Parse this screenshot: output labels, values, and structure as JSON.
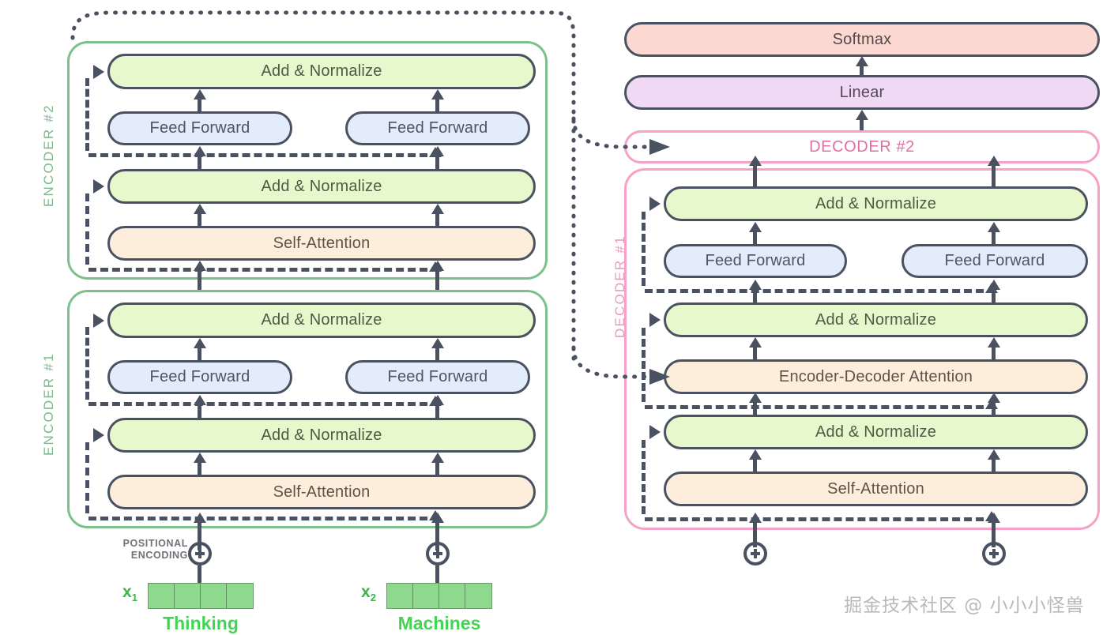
{
  "diagram": {
    "title": "Transformer encoder-decoder architecture",
    "colors": {
      "add_norm_fill": "#e7f8cc",
      "feed_forward_fill": "#e2ecfb",
      "attention_fill": "#fdeedc",
      "softmax_fill": "#fcd8d2",
      "linear_fill": "#f0d9f4",
      "encoder_border": "#7cc08b",
      "decoder_border": "#f8a1c6",
      "node_border": "#4a5160",
      "embedding_fill": "#8fd98f",
      "word_text": "#44d355"
    }
  },
  "encoder_stack": {
    "blocks": [
      {
        "label": "ENCODER #2",
        "layers": [
          {
            "name": "Add & Normalize",
            "type": "add-norm",
            "span": "full"
          },
          {
            "name": "Feed Forward",
            "type": "feed-forward",
            "span": "split",
            "count": 2
          },
          {
            "name": "Add & Normalize",
            "type": "add-norm",
            "span": "full"
          },
          {
            "name": "Self-Attention",
            "type": "attention",
            "span": "full"
          }
        ]
      },
      {
        "label": "ENCODER #1",
        "layers": [
          {
            "name": "Add & Normalize",
            "type": "add-norm",
            "span": "full"
          },
          {
            "name": "Feed Forward",
            "type": "feed-forward",
            "span": "split",
            "count": 2
          },
          {
            "name": "Add & Normalize",
            "type": "add-norm",
            "span": "full"
          },
          {
            "name": "Self-Attention",
            "type": "attention",
            "span": "full"
          }
        ]
      }
    ]
  },
  "decoder_stack": {
    "head": {
      "label": "DECODER #2"
    },
    "block": {
      "label": "DECODER #1",
      "layers": [
        {
          "name": "Add & Normalize",
          "type": "add-norm",
          "span": "full"
        },
        {
          "name": "Feed Forward",
          "type": "feed-forward",
          "span": "split",
          "count": 2
        },
        {
          "name": "Add & Normalize",
          "type": "add-norm",
          "span": "full"
        },
        {
          "name": "Encoder-Decoder Attention",
          "type": "attention",
          "span": "full"
        },
        {
          "name": "Add & Normalize",
          "type": "add-norm",
          "span": "full"
        },
        {
          "name": "Self-Attention",
          "type": "attention",
          "span": "full"
        }
      ]
    }
  },
  "output_head": {
    "softmax": "Softmax",
    "linear": "Linear"
  },
  "labels": {
    "encoder_2": "ENCODER #2",
    "encoder_1": "ENCODER #1",
    "decoder_2": "DECODER #2",
    "decoder_1": "DECODER #1",
    "add_normalize": "Add & Normalize",
    "feed_forward": "Feed Forward",
    "self_attention": "Self-Attention",
    "encoder_decoder_attention": "Encoder-Decoder Attention",
    "positional_encoding_line1": "POSITIONAL",
    "positional_encoding_line2": "ENCODING",
    "plus_icon": "circled-plus-icon"
  },
  "inputs": {
    "tokens": [
      {
        "var": "x",
        "index": "1",
        "word": "Thinking",
        "cells": 4
      },
      {
        "var": "x",
        "index": "2",
        "word": "Machines",
        "cells": 4
      }
    ]
  },
  "watermark": {
    "text": "掘金技术社区 @ 小小小怪兽"
  }
}
